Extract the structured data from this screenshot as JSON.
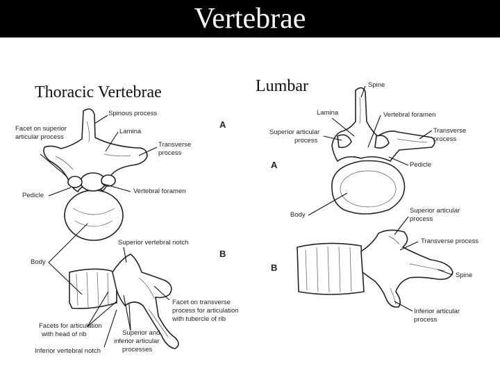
{
  "title": "Vertebrae",
  "thoracic": {
    "heading": "Thoracic Vertebrae",
    "fig_a": "A",
    "fig_b": "B",
    "labels": {
      "spinous_process": "Spinous process",
      "facet_superior_1": "Facet on superior",
      "facet_superior_2": "articular process",
      "lamina": "Lamina",
      "transverse_1": "Transverse",
      "transverse_2": "process",
      "pedicle": "Pedicle",
      "vertebral_foramen": "Vertebral foramen",
      "superior_notch": "Superior vertebral notch",
      "body": "Body",
      "facet_transverse_1": "Facet on transverse",
      "facet_transverse_2": "process for articulation",
      "facet_transverse_3": "with tubercle of rib",
      "facets_head_1": "Facets for articulation",
      "facets_head_2": "with head of rib",
      "sup_inf_1": "Superior and",
      "sup_inf_2": "inferior articular",
      "sup_inf_3": "processes",
      "inferior_notch": "Inferior vertebral notch"
    }
  },
  "lumbar": {
    "heading": "Lumbar",
    "fig_a": "A",
    "fig_b": "B",
    "labels": {
      "spine": "Spine",
      "lamina": "Lamina",
      "vertebral_foramen": "Vertebral foramen",
      "superior_articular_1": "Superior articular",
      "superior_articular_2": "process",
      "transverse_1": "Transverse",
      "transverse_2": "process",
      "pedicle": "Pedicle",
      "body": "Body",
      "superior_articular_b_1": "Superior articular",
      "superior_articular_b_2": "process",
      "transverse_process": "Transverse process",
      "spine_b": "Spine",
      "inferior_articular_1": "Inferior articular",
      "inferior_articular_2": "process"
    }
  }
}
